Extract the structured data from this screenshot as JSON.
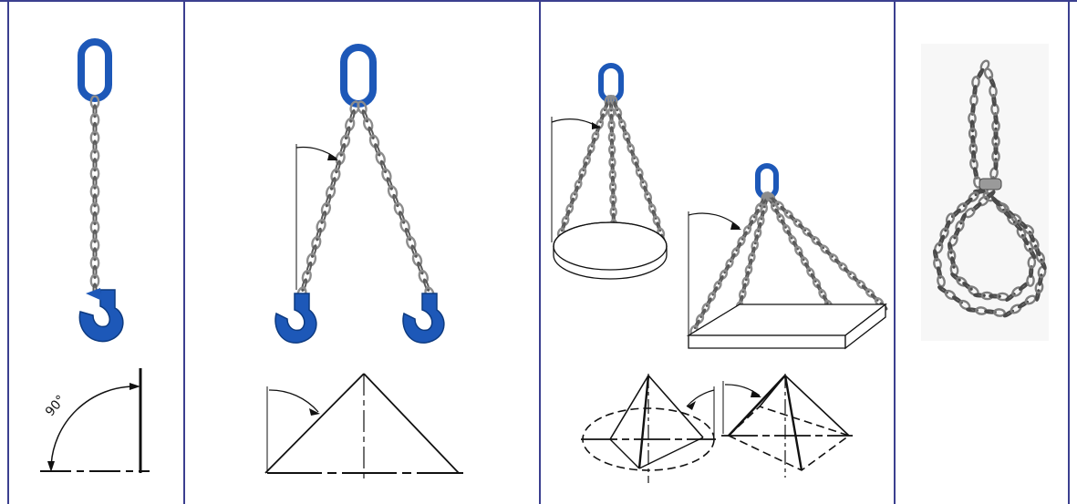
{
  "panels": [
    {
      "id": "single-leg",
      "angle_label": "90°"
    },
    {
      "id": "two-leg"
    },
    {
      "id": "three-four-leg"
    },
    {
      "id": "endless-sling"
    }
  ],
  "colors": {
    "border": "#3b3f8f",
    "hardware_blue": "#1d58b8",
    "chain_gray": "#8c8c8c",
    "line": "#111111"
  },
  "icons": [
    "master-link-icon",
    "hook-icon",
    "chain-icon",
    "angle-diagram-icon"
  ]
}
